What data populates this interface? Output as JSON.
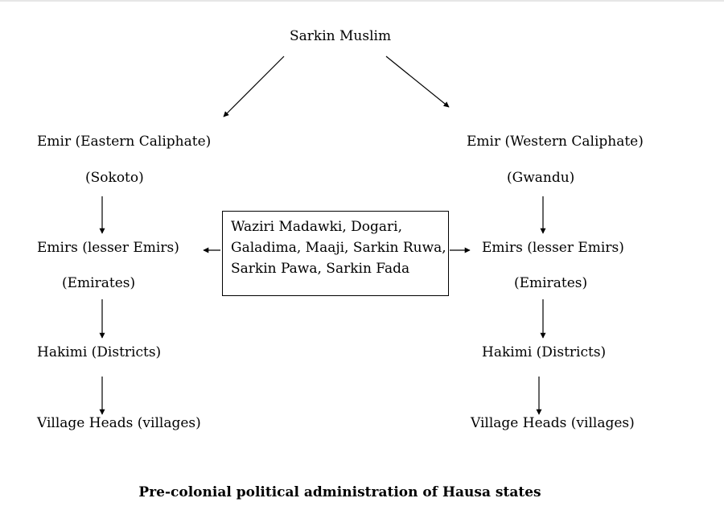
{
  "diagram": {
    "root": "Sarkin Muslim",
    "east": {
      "emir": "Emir (Eastern Caliphate)",
      "seat": "(Sokoto)",
      "lesser_emirs": "Emirs (lesser Emirs)",
      "emirates": "(Emirates)",
      "hakimi": "Hakimi (Districts)",
      "village_heads": "Village Heads (villages)"
    },
    "west": {
      "emir": "Emir (Western Caliphate)",
      "seat": "(Gwandu)",
      "lesser_emirs": "Emirs (lesser Emirs)",
      "emirates": "(Emirates)",
      "hakimi": "Hakimi (Districts)",
      "village_heads": "Village Heads (villages)"
    },
    "officials": {
      "lines": [
        "Waziri Madawki, Dogari,",
        "Galadima, Maaji, Sarkin Ruwa,",
        "Sarkin Pawa, Sarkin Fada"
      ]
    },
    "caption": "Pre-colonial political administration of Hausa states"
  }
}
